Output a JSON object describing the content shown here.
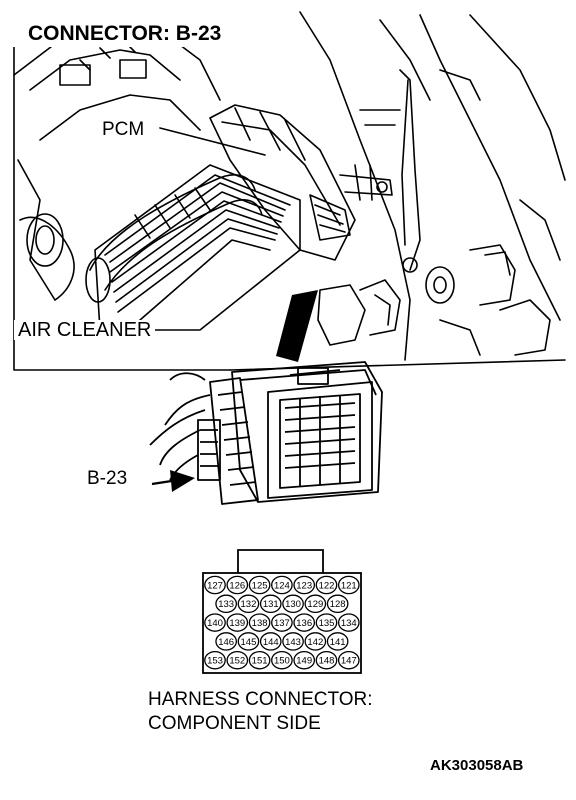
{
  "title": "CONNECTOR: B-23",
  "labels": {
    "pcm": "PCM",
    "air_cleaner": "AIR CLEANER",
    "connector_id": "B-23",
    "harness_line1": "HARNESS CONNECTOR:",
    "harness_line2": "COMPONENT SIDE"
  },
  "reference_code": "AK303058AB",
  "pin_rows": [
    [
      "127",
      "126",
      "125",
      "124",
      "123",
      "122",
      "121"
    ],
    [
      "133",
      "132",
      "131",
      "130",
      "129",
      "128"
    ],
    [
      "140",
      "139",
      "138",
      "137",
      "136",
      "135",
      "134"
    ],
    [
      "146",
      "145",
      "144",
      "143",
      "142",
      "141"
    ],
    [
      "153",
      "152",
      "151",
      "150",
      "149",
      "148",
      "147"
    ]
  ]
}
